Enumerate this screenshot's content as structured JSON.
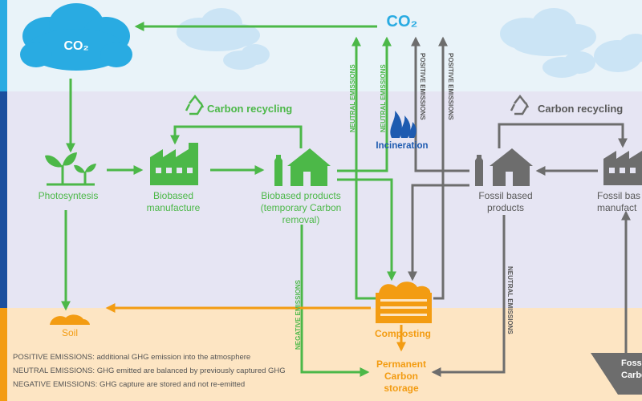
{
  "colors": {
    "green": "#4cb848",
    "grey": "#6d6d6d",
    "orange": "#f39c12",
    "blue": "#1e5bb0",
    "cloud": "#29abe2",
    "sky": "#eaf3f9",
    "lavender": "#e7e6f4",
    "ground": "#fde6c4"
  },
  "sky_co2": {
    "text": "CO₂"
  },
  "top_co2": {
    "text": "CO₂"
  },
  "green_recycling": {
    "label": "Carbon recycling",
    "icon": "recycle-icon"
  },
  "grey_recycling": {
    "label": "Carbon recycling",
    "icon": "recycle-icon"
  },
  "incineration": {
    "label": "Incineration",
    "icon": "flame-icon"
  },
  "nodes": {
    "photosynthesis": {
      "label": "Photosyntesis",
      "icon": "plant-icon"
    },
    "biobased_manufacture": {
      "label_1": "Biobased",
      "label_2": "manufacture",
      "icon": "factory-icon"
    },
    "biobased_products": {
      "label_1": "Biobased products",
      "label_2": "(temporary Carbon",
      "label_3": "removal)",
      "icon": "house-bottle-icon"
    },
    "fossil_products": {
      "label_1": "Fossil based",
      "label_2": "products",
      "icon": "house-bottle-icon"
    },
    "fossil_manufacture": {
      "label_1": "Fossil bas",
      "label_2": "manufact",
      "icon": "factory-icon"
    },
    "soil": {
      "label": "Soil",
      "icon": "soil-mound-icon"
    },
    "composting": {
      "label": "Composting",
      "icon": "compost-bin-icon"
    },
    "permanent_storage": {
      "label_1": "Permanent",
      "label_2": "Carbon",
      "label_3": "storage"
    },
    "fossil_carbon": {
      "label_1": "Fossil",
      "label_2": "Carbon",
      "icon": "triangle-icon"
    }
  },
  "flow_labels": {
    "neutral_1": "NEUTRAL EMISSIONS",
    "neutral_2": "NEUTRAL EMISSIONS",
    "positive_1": "POSITIVE EMISSIONS",
    "positive_2": "POSITIVE EMISSIONS",
    "negative": "NEGATIVE EMISSIONS",
    "neutral_fossil": "NEUTRAL EMISSIONS"
  },
  "legend": [
    {
      "term": "POSITIVE EMISSIONS",
      "desc": ": additional GHG emission into the atmosphere"
    },
    {
      "term": "NEUTRAL EMISSIONS",
      "desc": ": GHG emitted are balanced by previously captured GHG"
    },
    {
      "term": "NEGATIVE EMISSIONS",
      "desc": ": GHG capture are stored and not re-emitted"
    }
  ]
}
